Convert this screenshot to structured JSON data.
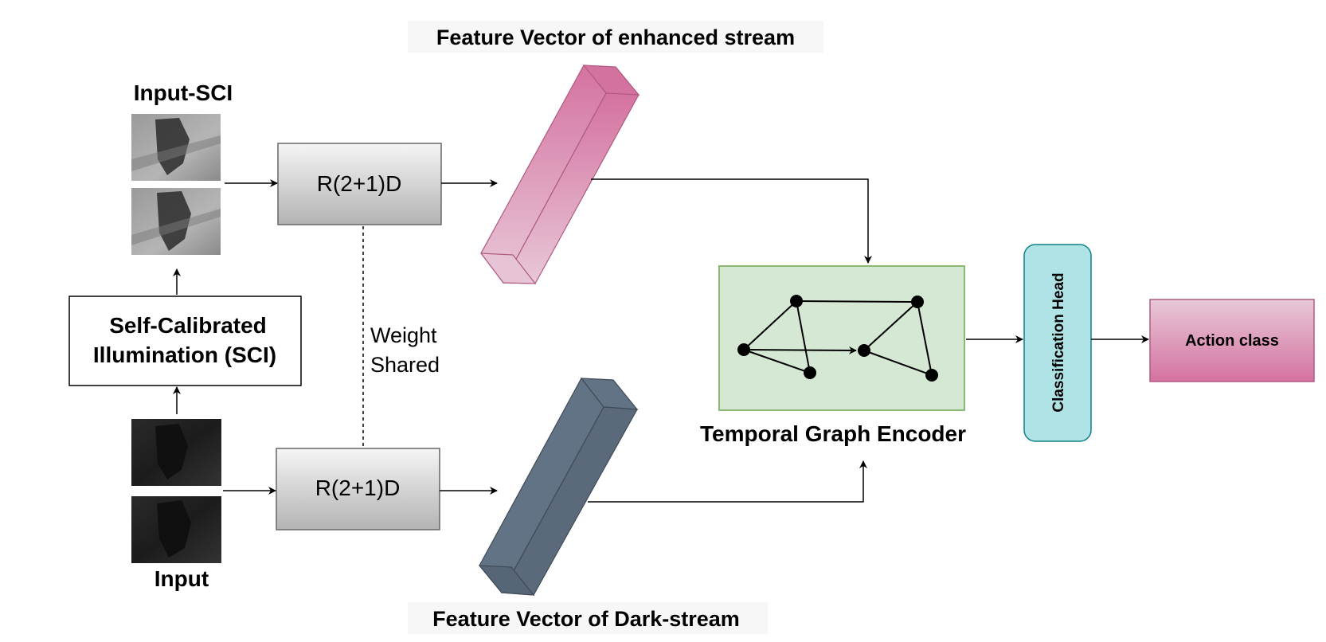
{
  "labels": {
    "feature_enhanced": "Feature Vector of  enhanced stream",
    "feature_dark": "Feature Vector of  Dark-stream",
    "input_sci": "Input-SCI",
    "input": "Input",
    "sci_line1": "Self-Calibrated",
    "sci_line2": "Illumination (SCI)",
    "r21d_top": "R(2+1)D",
    "r21d_bottom": "R(2+1)D",
    "weight_line1": "Weight",
    "weight_line2": "Shared",
    "tge": "Temporal Graph Encoder",
    "classification_head": "Classification Head",
    "action_class": "Action class"
  },
  "colors": {
    "pink": "#d4729f",
    "slate": "#627385",
    "graph_bg": "#d5e8d4",
    "graph_border": "#82b366",
    "head_bg": "#b0e3e6",
    "head_border": "#0e8088"
  }
}
